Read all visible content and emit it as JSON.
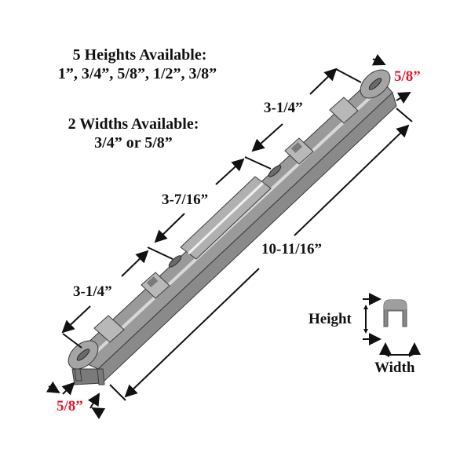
{
  "specs": {
    "heights_title": "5 Heights Available:",
    "heights_values": "1”, 3/4”, 5/8”, 1/2”, 3/8”",
    "widths_title": "2 Widths Available:",
    "widths_values": "3/4” or 5/8”"
  },
  "dimensions": {
    "top_segment": "3-1/4”",
    "middle_segment": "3-7/16”",
    "bottom_segment": "3-1/4”",
    "overall_length": "10-11/16”",
    "top_end_width": "5/8”",
    "bottom_end_width": "5/8”"
  },
  "cross_section": {
    "height_label": "Height",
    "width_label": "Width"
  },
  "colors": {
    "accent_red": "#e8162d",
    "text": "#111111",
    "part_dark": "#7a7a7a",
    "part_mid": "#9a9a9a",
    "part_light": "#c8c8c8",
    "outline": "#3a3a3a"
  }
}
